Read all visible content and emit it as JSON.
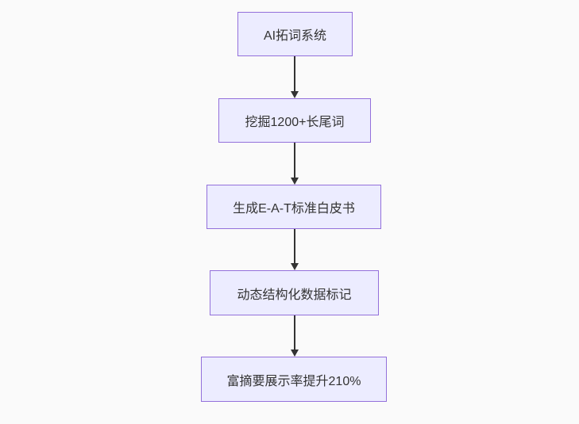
{
  "diagram": {
    "type": "flowchart",
    "direction": "top-down",
    "nodes": [
      {
        "id": "step-1",
        "label": "AI拓词系统"
      },
      {
        "id": "step-2",
        "label": "挖掘1200+长尾词"
      },
      {
        "id": "step-3",
        "label": "生成E-A-T标准白皮书"
      },
      {
        "id": "step-4",
        "label": "动态结构化数据标记"
      },
      {
        "id": "step-5",
        "label": "富摘要展示率提升210%"
      }
    ],
    "edges": [
      {
        "from": "step-1",
        "to": "step-2"
      },
      {
        "from": "step-2",
        "to": "step-3"
      },
      {
        "from": "step-3",
        "to": "step-4"
      },
      {
        "from": "step-4",
        "to": "step-5"
      }
    ],
    "colors": {
      "node_fill": "#ECECFF",
      "node_border": "#9370DB",
      "arrow": "#333333",
      "text": "#333333",
      "background": "#fafafa"
    }
  }
}
